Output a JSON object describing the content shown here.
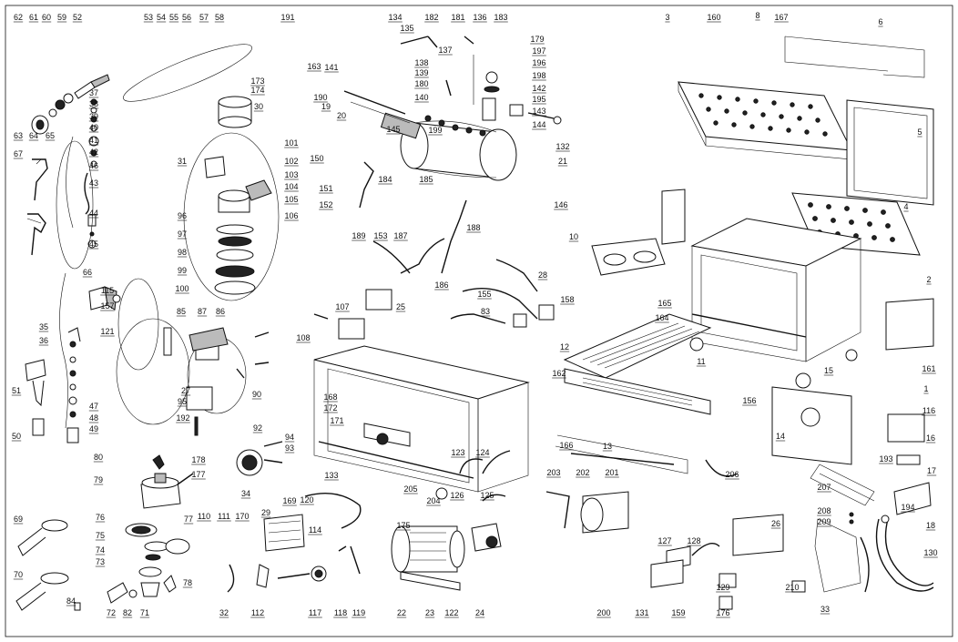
{
  "diagram": {
    "labels": [
      "1",
      "2",
      "3",
      "4",
      "5",
      "6",
      "8",
      "10",
      "11",
      "12",
      "13",
      "14",
      "15",
      "16",
      "17",
      "18",
      "19",
      "20",
      "21",
      "22",
      "23",
      "24",
      "25",
      "26",
      "27",
      "28",
      "29",
      "30",
      "31",
      "32",
      "33",
      "34",
      "35",
      "36",
      "37",
      "38",
      "39",
      "40",
      "41",
      "42",
      "43",
      "44",
      "45",
      "46",
      "47",
      "48",
      "49",
      "50",
      "51",
      "52",
      "53",
      "54",
      "55",
      "56",
      "57",
      "58",
      "59",
      "60",
      "61",
      "62",
      "63",
      "64",
      "65",
      "66",
      "67",
      "69",
      "70",
      "71",
      "72",
      "73",
      "74",
      "75",
      "76",
      "77",
      "78",
      "79",
      "80",
      "82",
      "83",
      "84",
      "85",
      "86",
      "87",
      "90",
      "92",
      "93",
      "94",
      "95",
      "96",
      "97",
      "98",
      "99",
      "100",
      "101",
      "102",
      "103",
      "104",
      "105",
      "106",
      "107",
      "108",
      "110",
      "111",
      "112",
      "114",
      "115",
      "116",
      "117",
      "118",
      "119",
      "120",
      "121",
      "122",
      "123",
      "124",
      "125",
      "126",
      "127",
      "128",
      "129",
      "130",
      "131",
      "132",
      "133",
      "134",
      "135",
      "136",
      "137",
      "138",
      "139",
      "140",
      "141",
      "142",
      "143",
      "144",
      "145",
      "146",
      "150",
      "151",
      "152",
      "153",
      "155",
      "156",
      "157",
      "158",
      "159",
      "160",
      "161",
      "162",
      "163",
      "164",
      "165",
      "166",
      "167",
      "168",
      "169",
      "170",
      "171",
      "172",
      "173",
      "174",
      "175",
      "176",
      "177",
      "178",
      "179",
      "180",
      "181",
      "182",
      "183",
      "184",
      "185",
      "186",
      "187",
      "188",
      "189",
      "190",
      "191",
      "192",
      "193",
      "194",
      "195",
      "196",
      "197",
      "198",
      "199",
      "200",
      "201",
      "202",
      "203",
      "204",
      "205",
      "206",
      "207",
      "208",
      "209",
      "210"
    ]
  }
}
